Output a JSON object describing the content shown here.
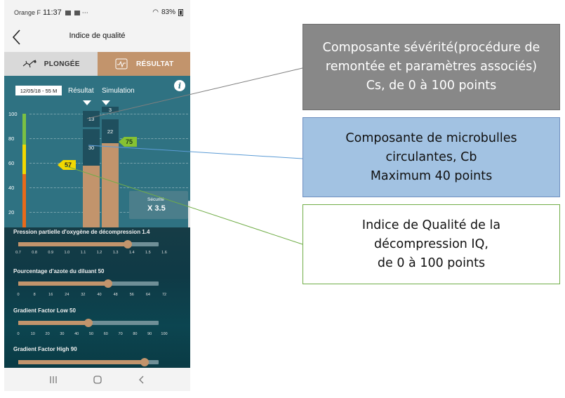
{
  "status": {
    "carrier": "Orange F",
    "time": "11:37",
    "battery": "83%"
  },
  "header": {
    "title": "Indice de qualité"
  },
  "tabs": [
    {
      "label": "PLONGÉE"
    },
    {
      "label": "RÉSULTAT"
    }
  ],
  "chart": {
    "date": "12/05/18 - 55 M",
    "col_result": "Résultat",
    "col_simulation": "Simulation",
    "y_ticks": [
      "100",
      "80",
      "60",
      "40",
      "20"
    ],
    "result": {
      "top_segment": "13",
      "mid_segment": "30",
      "tag": "57"
    },
    "simulation": {
      "top_segment": "3",
      "mid_segment": "22",
      "tag": "75"
    },
    "security_label": "Sécurité",
    "security_value": "X 3.5"
  },
  "chart_data": {
    "type": "bar",
    "categories": [
      "Résultat",
      "Simulation"
    ],
    "ylim": [
      0,
      100
    ],
    "values": [
      57,
      75
    ],
    "segments": {
      "Résultat": [
        13,
        30,
        57
      ],
      "Simulation": [
        3,
        22,
        75
      ]
    }
  },
  "sliders": [
    {
      "label": "Pression partielle d'oxygène de décompression 1.4",
      "ticks": [
        "0.7",
        "0.8",
        "0.9",
        "1.0",
        "1.1",
        "1.2",
        "1.3",
        "1.4",
        "1.5",
        "1.6"
      ],
      "fraction": 0.78
    },
    {
      "label": "Pourcentage d'azote du diluant 50",
      "ticks": [
        "0",
        "8",
        "16",
        "24",
        "32",
        "40",
        "48",
        "56",
        "64",
        "72"
      ],
      "fraction": 0.64
    },
    {
      "label": "Gradient Factor Low  50",
      "ticks": [
        "0",
        "10",
        "20",
        "30",
        "40",
        "50",
        "60",
        "70",
        "80",
        "90",
        "100"
      ],
      "fraction": 0.5
    },
    {
      "label": "Gradient Factor High  90",
      "ticks": [],
      "fraction": 0.9
    }
  ],
  "callouts": {
    "severity": "Composante sévérité(procédure de\nremontée et paramètres associés)\nCs, de 0 à 100 points",
    "microbubbles": "Composante de microbulles\ncirculantes, Cb\nMaximum 40 points",
    "quality": "Indice de Qualité de la\ndécompression IQ,\nde 0 à 100 points"
  },
  "colors": {
    "panel": "#2f7282",
    "accent": "#c2946c",
    "tag_yellow": "#f2d800",
    "tag_green": "#86c232",
    "callout_grey": "#888888",
    "callout_blue": "#a2c2e2",
    "callout_green_border": "#70ad47"
  }
}
